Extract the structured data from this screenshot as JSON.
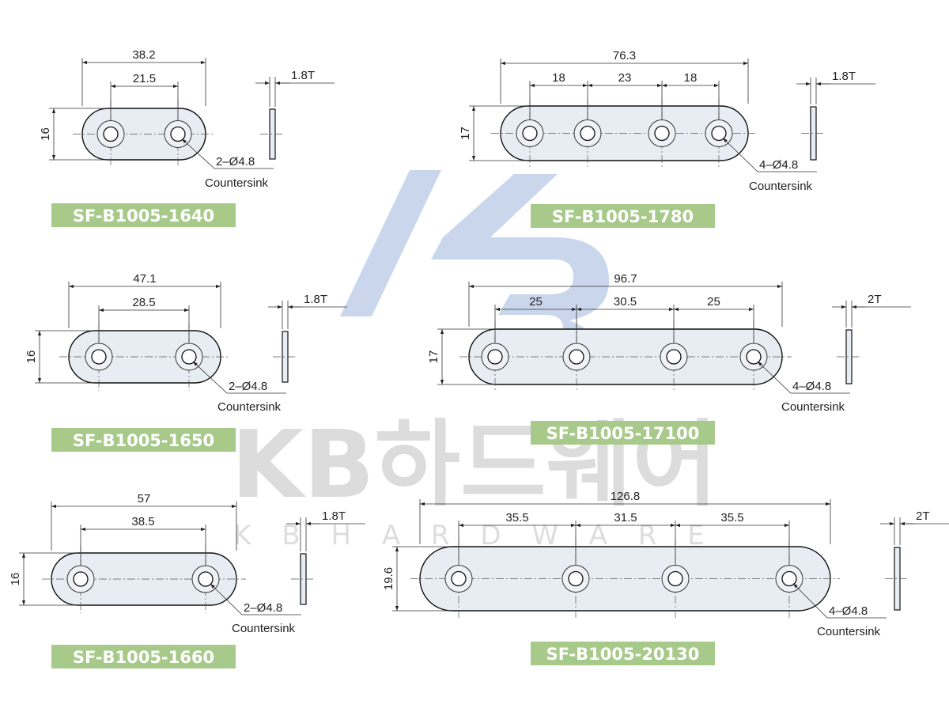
{
  "watermark": {
    "korean_text": "KB하드웨어",
    "english_text": "K B  H A R D W A R E",
    "logo_colors": {
      "blue": "#c9d6ec",
      "gray": "#dcdcdc"
    }
  },
  "colors": {
    "label_bg": "#a7c98a",
    "label_text": "#ffffff",
    "plate_fill": "#e8edf4"
  },
  "hole_note": "Countersink",
  "parts": [
    {
      "code": "SF-B1005-1640",
      "overall": "38.2",
      "spacing": [
        "21.5"
      ],
      "height": "16",
      "holes": "2–Ø4.8",
      "thickness": "1.8T"
    },
    {
      "code": "SF-B1005-1780",
      "overall": "76.3",
      "spacing": [
        "18",
        "23",
        "18"
      ],
      "height": "17",
      "holes": "4–Ø4.8",
      "thickness": "1.8T"
    },
    {
      "code": "SF-B1005-1650",
      "overall": "47.1",
      "spacing": [
        "28.5"
      ],
      "height": "16",
      "holes": "2–Ø4.8",
      "thickness": "1.8T"
    },
    {
      "code": "SF-B1005-17100",
      "overall": "96.7",
      "spacing": [
        "25",
        "30.5",
        "25"
      ],
      "height": "17",
      "holes": "4–Ø4.8",
      "thickness": "2T"
    },
    {
      "code": "SF-B1005-1660",
      "overall": "57",
      "spacing": [
        "38.5"
      ],
      "height": "16",
      "holes": "2–Ø4.8",
      "thickness": "1.8T"
    },
    {
      "code": "SF-B1005-20130",
      "overall": "126.8",
      "spacing": [
        "35.5",
        "31.5",
        "35.5"
      ],
      "height": "19.6",
      "holes": "4–Ø4.8",
      "thickness": "2T"
    }
  ]
}
